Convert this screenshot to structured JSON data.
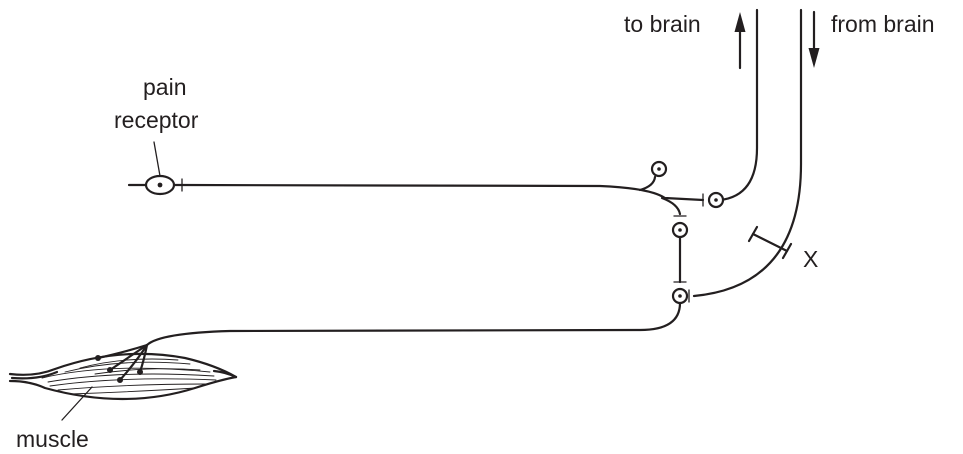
{
  "labels": {
    "to_brain": "to brain",
    "from_brain": "from brain",
    "pain_line1": "pain",
    "pain_line2": "receptor",
    "x_mark": "X",
    "muscle": "muscle"
  }
}
